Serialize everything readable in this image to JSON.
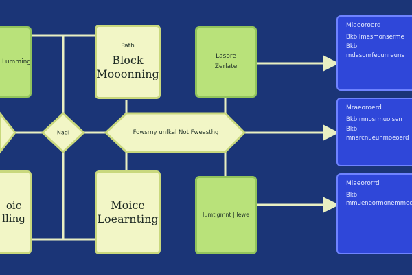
{
  "colors": {
    "background": "#1b3577",
    "yellow_box": "#f2f6c6",
    "green_box": "#b9e27a",
    "blue_box": "#2f47d9",
    "connector": "#e9efc2"
  },
  "nodes": {
    "top_left_small": "Lumming",
    "block_top": {
      "label_small": "Path",
      "label_big_1": "Block",
      "label_big_2": "Mooonning"
    },
    "green_top": {
      "line1": "Lasore",
      "line2": "Zerlate"
    },
    "diamond_left": "Nadl",
    "diamond_center": "Fowsrny unfkal Not Fweasthg",
    "bottom_left": {
      "line1": "oic",
      "line2": "lling"
    },
    "block_bottom": {
      "line1": "Moice",
      "line2": "Loearnting"
    },
    "green_bottom": "Iumtlgmnt | lewe",
    "blue_1": {
      "title": "Mlaeoroerd",
      "line1": "Bkb Imesmonserme",
      "line2": "Bkb mdasonrfecunreuns"
    },
    "blue_2": {
      "title": "Mraeoroerd",
      "line1": "Bkb mnosrmuolsen",
      "line2": "Bkb mnarcnueunmoeoerd"
    },
    "blue_3": {
      "title": "Mlaeororrd",
      "line1": "Bkb mmueneormonemmee"
    }
  }
}
